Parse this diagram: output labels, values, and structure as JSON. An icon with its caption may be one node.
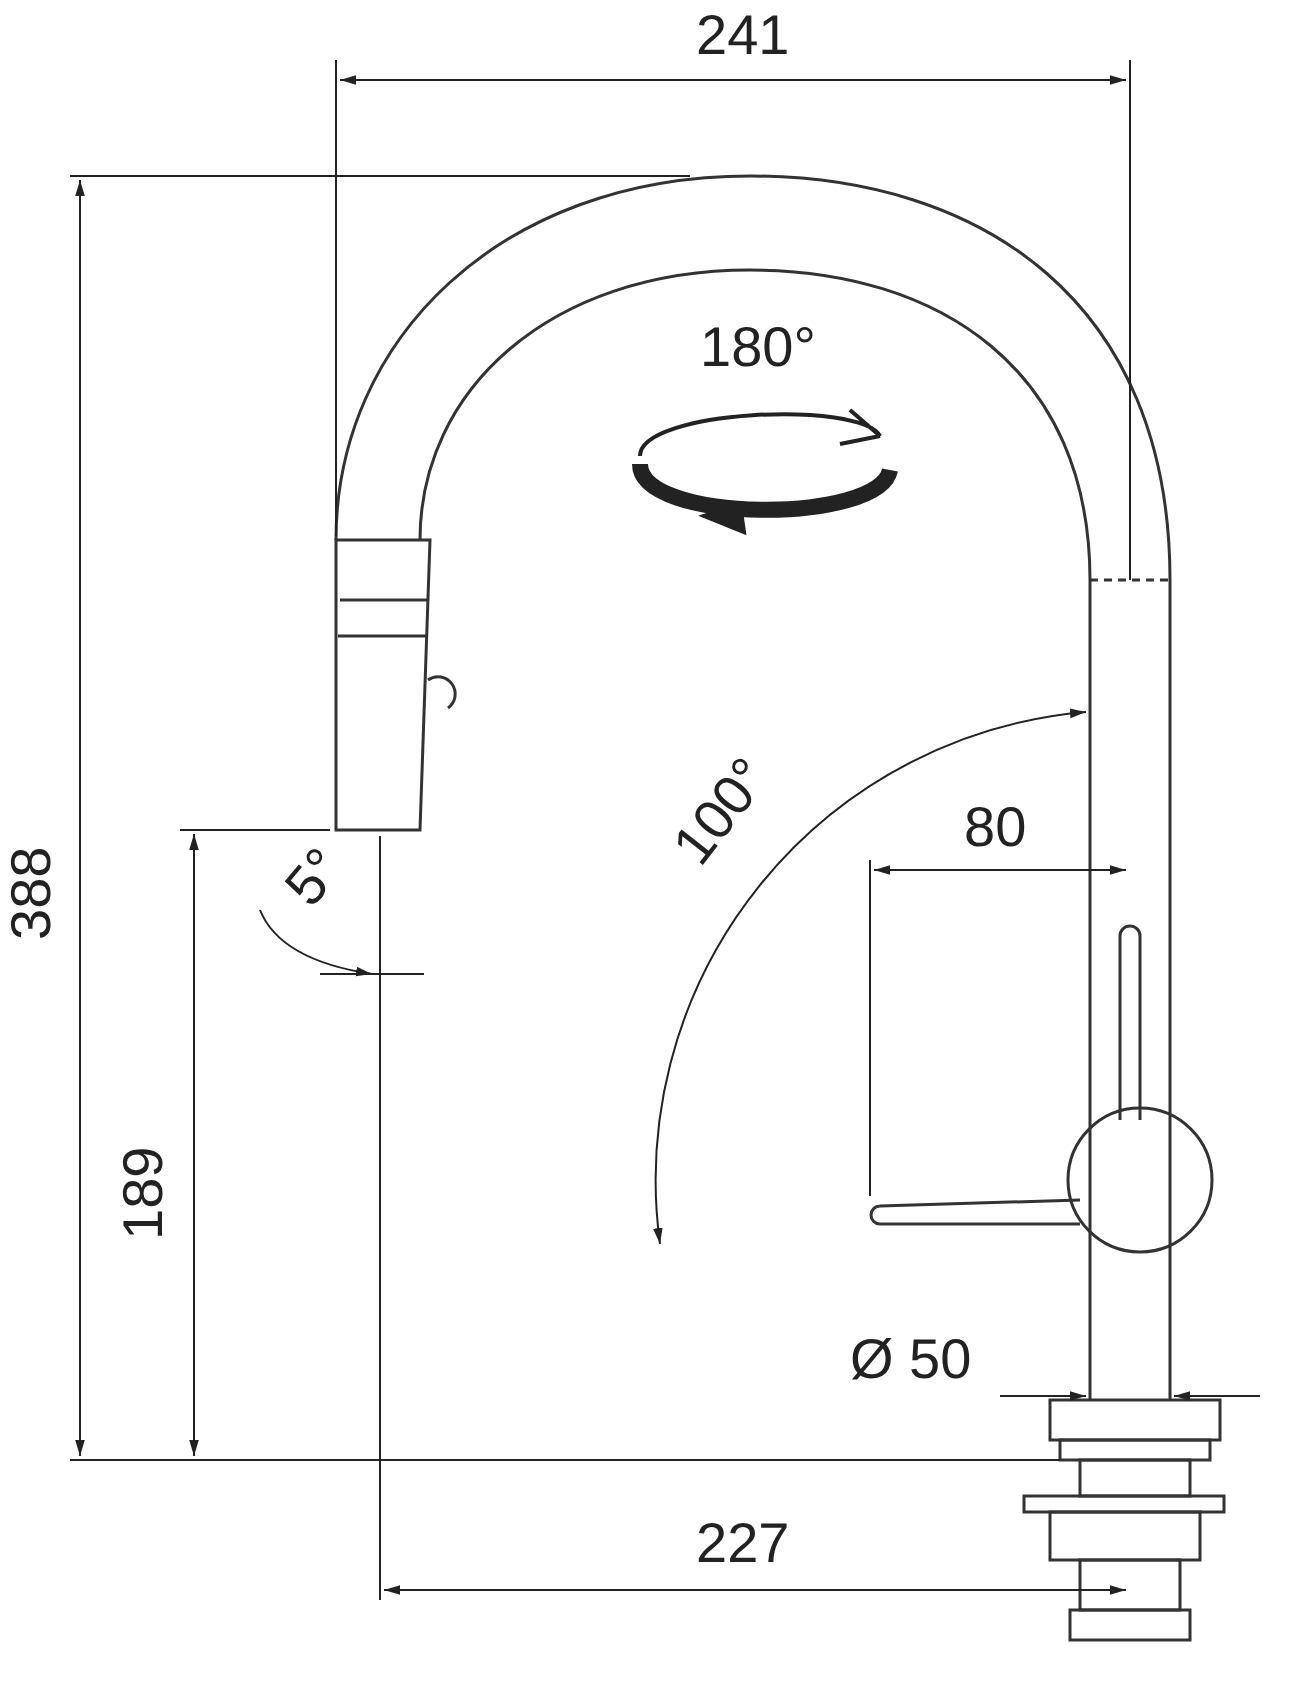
{
  "diagram": {
    "labels": [
      "241",
      "180°",
      "388",
      "100°",
      "80",
      "5°",
      "189",
      "Ø 50",
      "227"
    ]
  }
}
